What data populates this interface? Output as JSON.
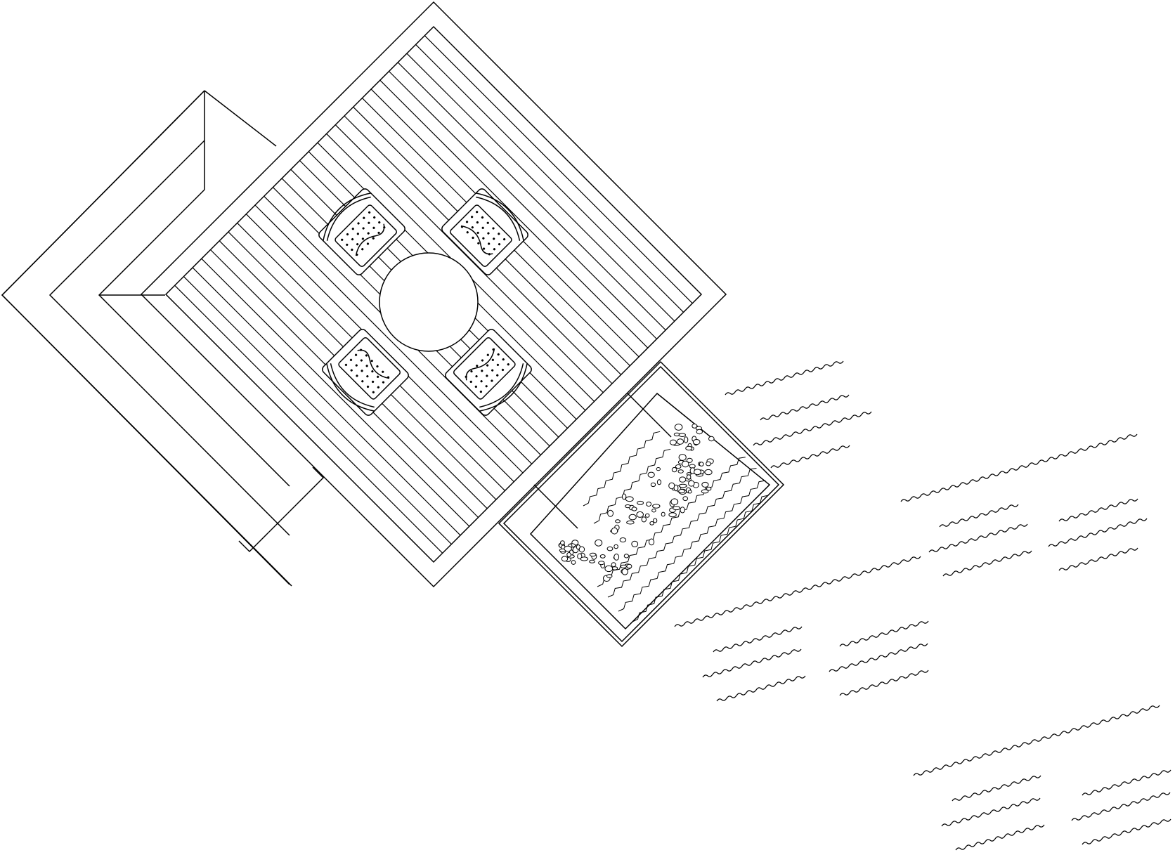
{
  "drawing": {
    "kind": "landscape plan line drawing",
    "colors": {
      "line": "#000000",
      "background": "#ffffff"
    },
    "elements": {
      "deck_boards": 30,
      "dining_chairs": 4,
      "round_table": 1,
      "steps": 3,
      "pebble_planter": 1,
      "grass_patches": 4
    }
  }
}
